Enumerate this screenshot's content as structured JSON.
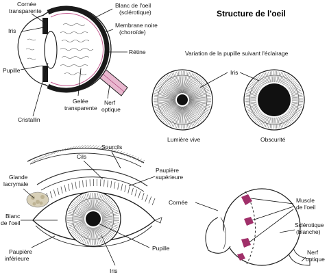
{
  "title": "Structure de l'oeil",
  "subtitle": "Variation de la pupille suivant l'éclairage",
  "cross_section": {
    "labels": {
      "cornee": [
        "Cornée",
        "transparente"
      ],
      "blanc": [
        "Blanc de l'oeil",
        "(sclérotique)"
      ],
      "membrane": [
        "Membrane noire",
        "(choroïde)"
      ],
      "iris": "Iris",
      "retine": "Rétine",
      "pupille": "Pupille",
      "gelee": [
        "Gelée",
        "transparente"
      ],
      "nerf": [
        "Nerf",
        "optique"
      ],
      "cristallin": "Cristallin"
    }
  },
  "pupil_variation": {
    "iris_label": "Iris",
    "bright_label": "Lumière vive",
    "dark_label": "Obscurité"
  },
  "front_eye": {
    "labels": {
      "cils": "Cils",
      "sourcils": "Sourcils",
      "paupiere_sup": [
        "Paupière",
        "supérieure"
      ],
      "glande": [
        "Glande",
        "lacrymale"
      ],
      "blanc": [
        "Blanc",
        "de l'oeil"
      ],
      "paupiere_inf": [
        "Paupière",
        "inférieure"
      ],
      "iris": "Iris",
      "pupille": "Pupille"
    }
  },
  "eyeball": {
    "labels": {
      "cornee": "Cornée",
      "muscle": [
        "Muscle",
        "de l'oeil"
      ],
      "sclerotique": [
        "Sclérotique",
        "(blanche)"
      ],
      "nerf": [
        "Nerf",
        "optique"
      ]
    }
  },
  "colors": {
    "ink": "#111111",
    "choroid": "#1a1a1a",
    "optic_nerve": "#e8b8cf",
    "muscle": "#a0306a",
    "gland": "#c9c0a8"
  }
}
